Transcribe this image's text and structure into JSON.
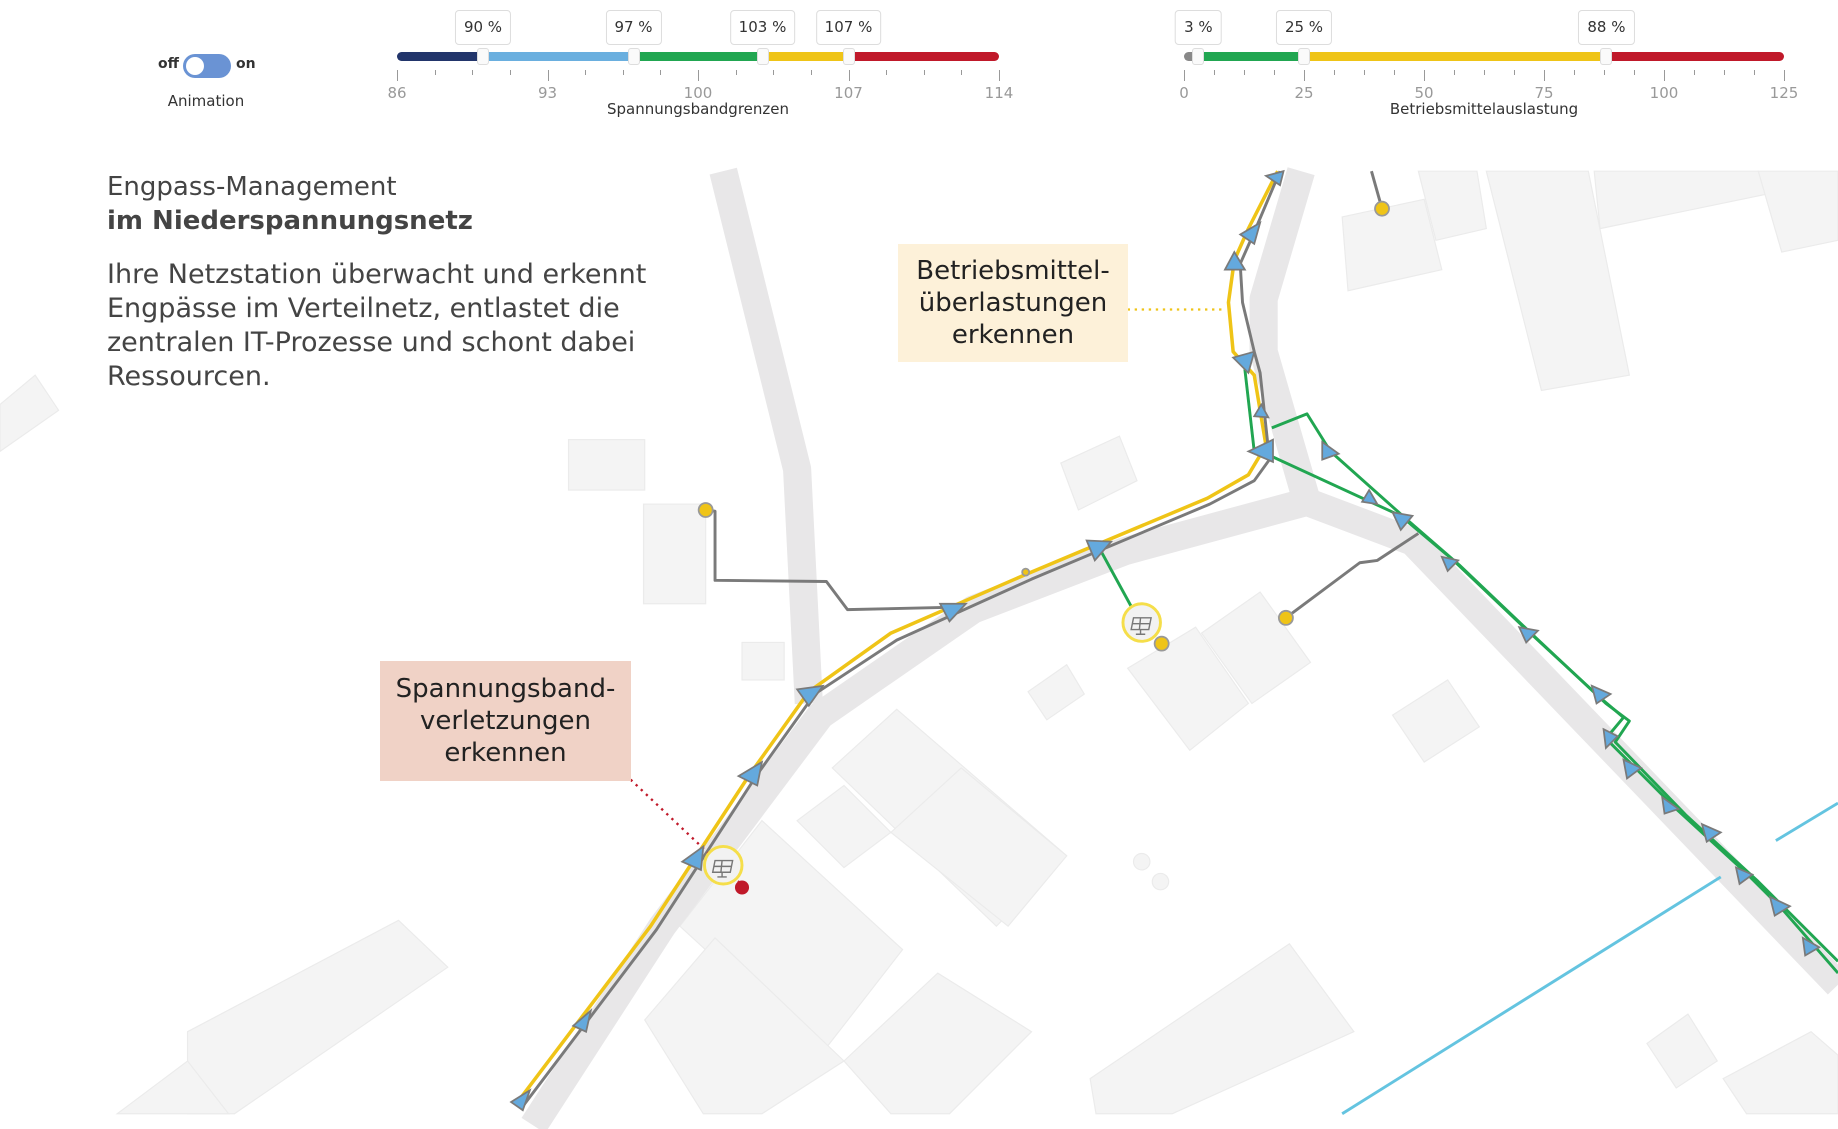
{
  "toggle": {
    "off_label": "off",
    "on_label": "on",
    "caption": "Animation",
    "state": "on"
  },
  "voltage_slider": {
    "title": "Spannungsbandgrenzen",
    "min": 86,
    "max": 114,
    "tick_labels": [
      "86",
      "93",
      "100",
      "107",
      "114"
    ],
    "handles": [
      {
        "value": 90,
        "label": "90 %"
      },
      {
        "value": 97,
        "label": "97 %"
      },
      {
        "value": 103,
        "label": "103 %"
      },
      {
        "value": 107,
        "label": "107 %"
      }
    ],
    "colors": [
      "#22356b",
      "#6aafdf",
      "#21a651",
      "#efc417",
      "#c0192a"
    ]
  },
  "load_slider": {
    "title": "Betriebsmittelauslastung",
    "min": 0,
    "max": 125,
    "tick_labels": [
      "0",
      "25",
      "50",
      "75",
      "100",
      "125"
    ],
    "handles": [
      {
        "value": 3,
        "label": "3 %"
      },
      {
        "value": 25,
        "label": "25 %"
      },
      {
        "value": 88,
        "label": "88 %"
      }
    ],
    "colors": [
      "#888888",
      "#21a651",
      "#efc417",
      "#c0192a"
    ]
  },
  "intro": {
    "title_line1": "Engpass-Management",
    "title_line2": "im Niederspannungsnetz",
    "paragraph": "Ihre Netzstation überwacht und erkennt Engpässe im Verteilnetz, entlastet die zentralen IT-Prozesse und schont dabei Ressourcen."
  },
  "callouts": {
    "overload": {
      "lines": [
        "Betriebsmittel-",
        "überlastungen",
        "erkennen"
      ],
      "color": "#fdf1d9"
    },
    "voltage": {
      "lines": [
        "Spannungsband-",
        "verletzungen",
        "erkennen"
      ],
      "color": "#f0d2c6"
    }
  }
}
